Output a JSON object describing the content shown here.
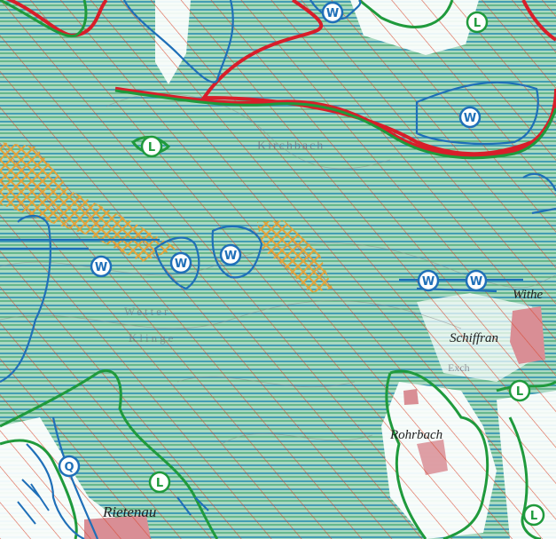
{
  "map": {
    "colors": {
      "base_green": "#a9d9c1",
      "hatch_blue": "#2a8fb0",
      "hatch_green": "#3aa06a",
      "diagonal_red": "#d9452c",
      "highway_red": "#d81e2a",
      "boundary_green": "#1f9a3c",
      "water_blue": "#1f6fb8",
      "settlement_pink": "#d98e95",
      "orange_hatch": "#e3a23a",
      "contour_gray": "#8a8a8a"
    },
    "place_labels": {
      "kirchbach": "Kirchbach",
      "schiffran": "Schiffran",
      "rohrbach": "Rohrbach",
      "rietenau": "Rietenau",
      "withe": "Withe"
    },
    "faint_labels": {
      "wetter": "Wetter",
      "klinge": "Klinge",
      "exch": "Exch"
    },
    "symbols": {
      "w": "W",
      "l": "L",
      "q": "Q"
    }
  }
}
